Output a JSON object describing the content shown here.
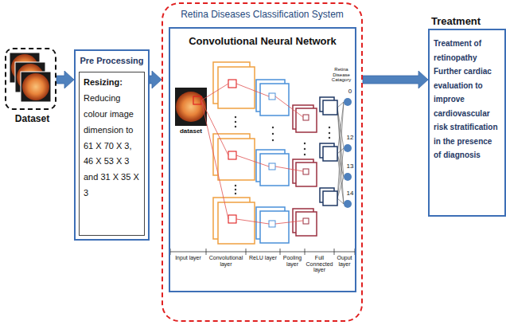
{
  "diagram": {
    "nodes": [
      {
        "text": [
          "Dataset"
        ]
      },
      {
        "text": [
          "Pre Processing"
        ]
      },
      {
        "text": [
          "Resizing:",
          "Reducing colour image dimension to 61 X 70 X 3, 46 X 53 X 3 and 31 X 35 X 3"
        ],
        "in": 1
      },
      {
        "text": [
          "Retina Diseases Classification System"
        ]
      },
      {
        "text": [
          "Convolutional Neural Network"
        ],
        "in": 3
      },
      {
        "text": [
          "Treatment",
          "Treatment of retinopathy Further cardiac evaluation to improve cardiovascular risk stratification in the presence of diagnosis"
        ]
      }
    ],
    "edges": [
      {
        "from": 0,
        "to": 1,
        "arrow": "to"
      },
      {
        "from": 1,
        "to": 3,
        "arrow": "to"
      },
      {
        "from": 3,
        "to": 5,
        "arrow": "to"
      }
    ],
    "labels": [
      "dataset",
      "Retina Disease Catagory",
      "0",
      "12",
      "13",
      "14",
      "Input layer",
      "Convolutional layer",
      "ReLU layer",
      "Pooling layer",
      "Full Connected layer",
      "Ouput layer"
    ]
  }
}
